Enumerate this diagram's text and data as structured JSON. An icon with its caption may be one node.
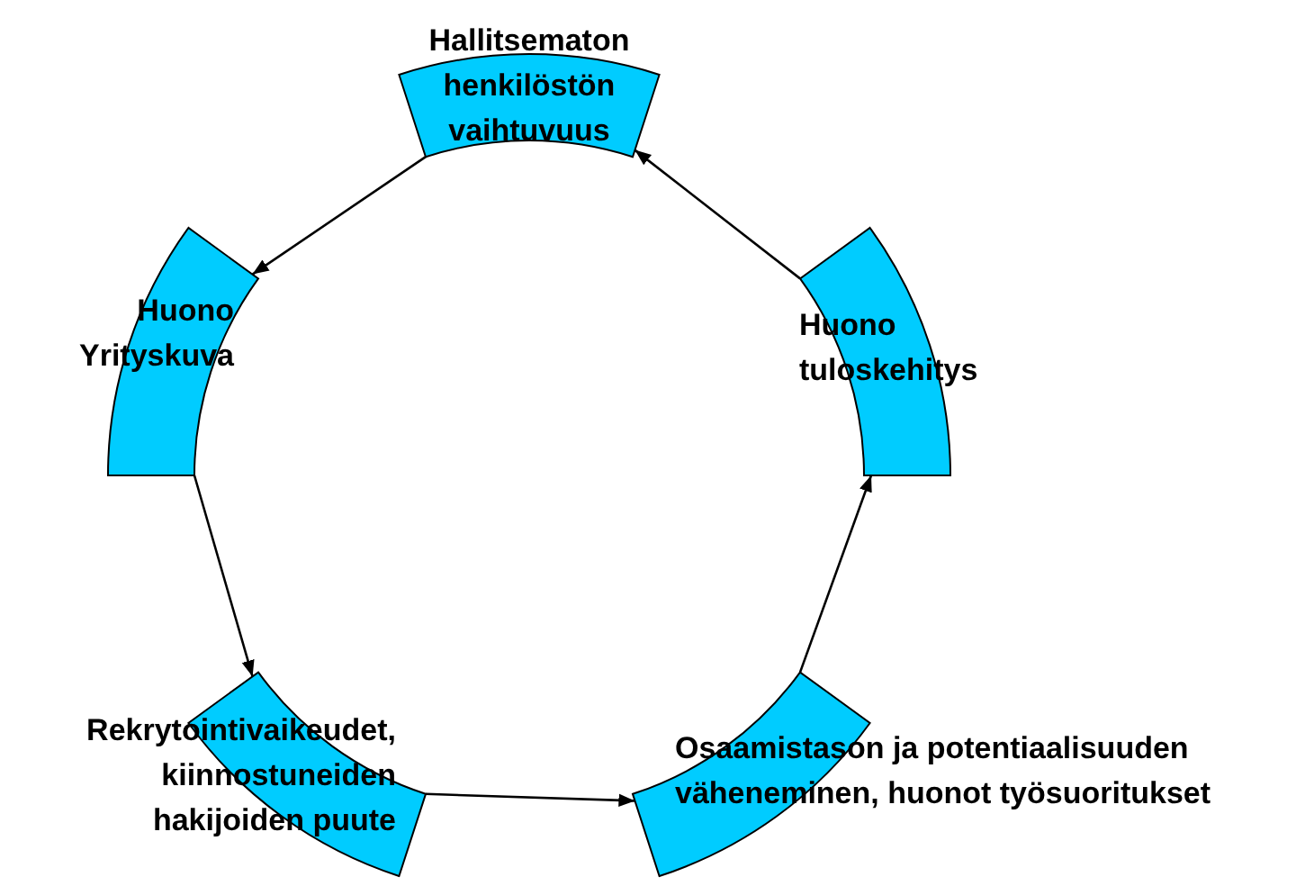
{
  "diagram": {
    "nodes": [
      {
        "text": [
          "Hallitsematon henkilöstön vaihtuvuus"
        ]
      },
      {
        "text": [
          "Huono Yrityskuva"
        ]
      },
      {
        "text": [
          "Rekrytointivaikeudet, kiinnostuneiden hakijoiden puute"
        ]
      },
      {
        "text": [
          "Osaamistason ja potentiaalisuuden väheneminen, huonot työsuoritukset"
        ]
      },
      {
        "text": [
          "Huono tuloskehitys"
        ]
      }
    ],
    "edges": [
      {
        "from": 0,
        "to": 1,
        "arrow": "to"
      },
      {
        "from": 1,
        "to": 2,
        "arrow": "to"
      },
      {
        "from": 2,
        "to": 3,
        "arrow": "to"
      },
      {
        "from": 3,
        "to": 4,
        "arrow": "to"
      },
      {
        "from": 4,
        "to": 0,
        "arrow": "to"
      }
    ]
  }
}
